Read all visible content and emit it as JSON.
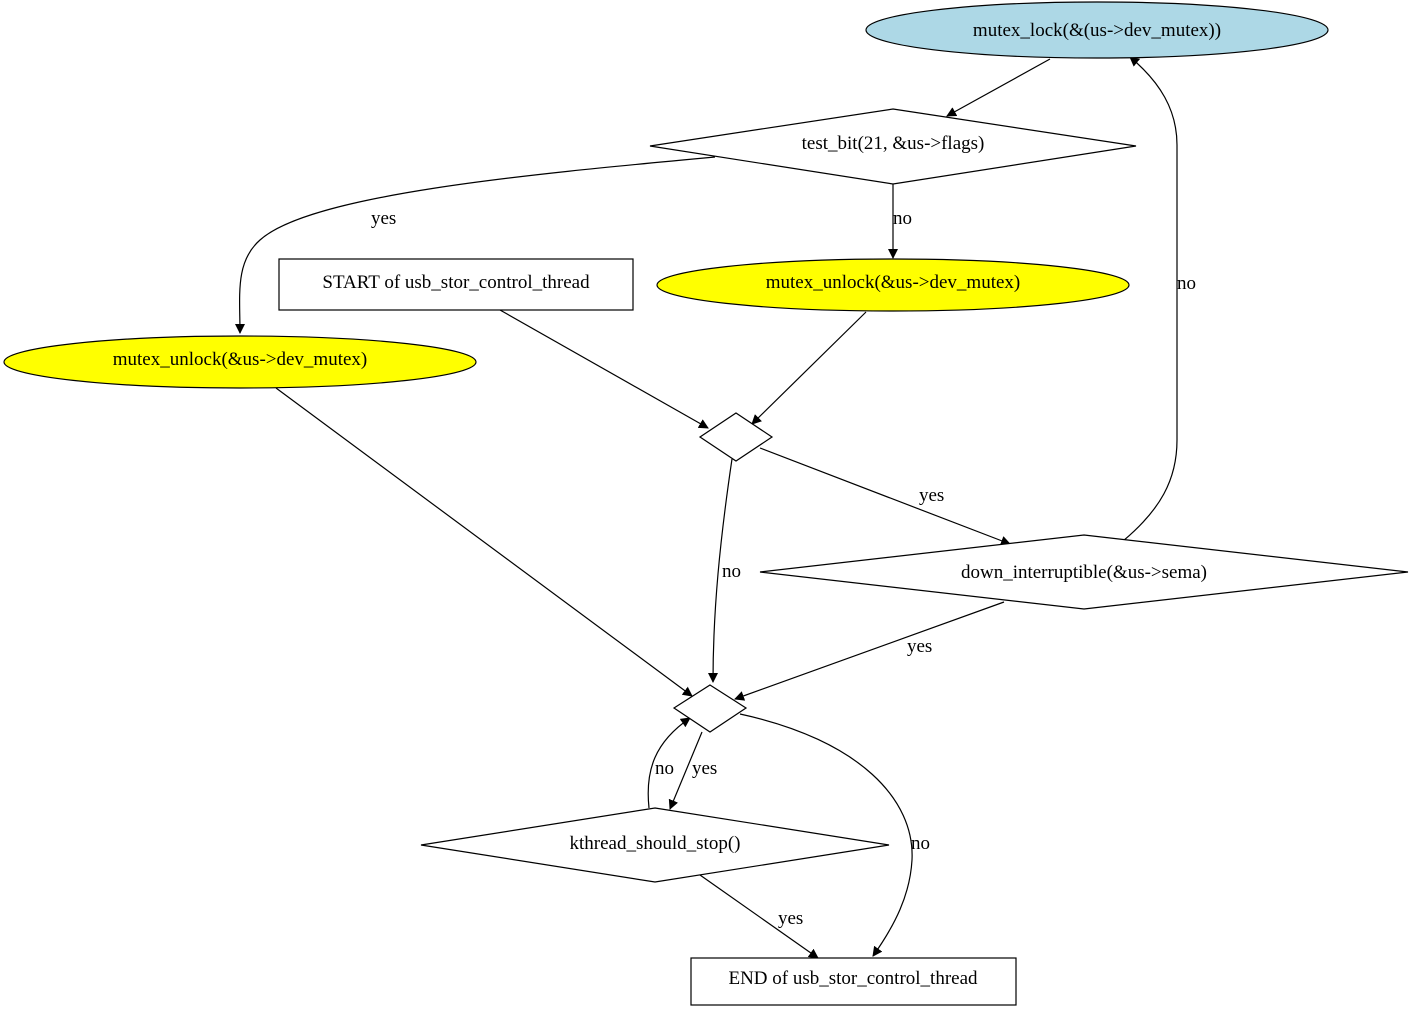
{
  "colors": {
    "lock_fill": "#add8e6",
    "unlock_fill": "#ffff00",
    "default_fill": "#ffffff",
    "stroke": "#000000"
  },
  "nodes": {
    "mutex_lock": "mutex_lock(&(us->dev_mutex))",
    "test_bit": "test_bit(21, &us->flags)",
    "start": "START of usb_stor_control_thread",
    "unlock_right": "mutex_unlock(&us->dev_mutex)",
    "unlock_left": "mutex_unlock(&us->dev_mutex)",
    "decision_upper": "",
    "down_interruptible": "down_interruptible(&us->sema)",
    "decision_lower": "",
    "kthread_should_stop": "kthread_should_stop()",
    "end": "END of usb_stor_control_thread"
  },
  "edges": {
    "testbit_yes": "yes",
    "testbit_no": "no",
    "down_no": "no",
    "upper_yes": "yes",
    "upper_no": "no",
    "down_yes": "yes",
    "kthread_no": "no",
    "lower_yes": "yes",
    "lower_no": "no",
    "kthread_yes": "yes"
  }
}
